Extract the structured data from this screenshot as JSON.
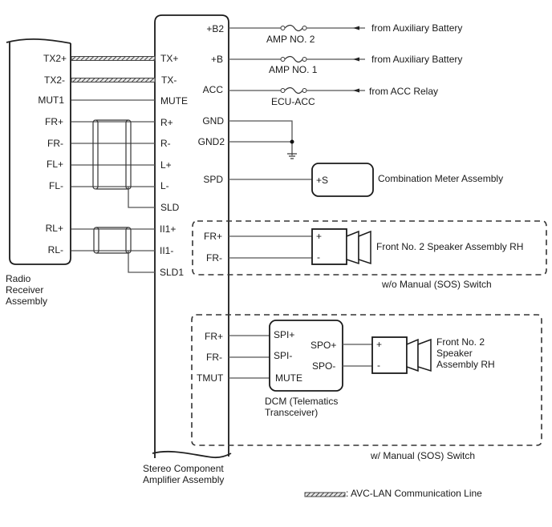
{
  "radio_receiver": {
    "name_lines": [
      "Radio",
      "Receiver",
      "Assembly"
    ],
    "pins": [
      "TX2+",
      "TX2-",
      "MUT1",
      "FR+",
      "FR-",
      "FL+",
      "FL-",
      "RL+",
      "RL-"
    ]
  },
  "amplifier": {
    "name_lines": [
      "Stereo Component",
      "Amplifier Assembly"
    ],
    "left_pins": [
      "TX+",
      "TX-",
      "MUTE",
      "R+",
      "R-",
      "L+",
      "L-",
      "SLD",
      "II1+",
      "II1-",
      "SLD1"
    ],
    "right_pins": [
      "+B2",
      "+B",
      "ACC",
      "GND",
      "GND2",
      "SPD"
    ]
  },
  "power": [
    {
      "pin": "+B2",
      "fuse": "AMP NO. 2",
      "source": "from Auxiliary Battery"
    },
    {
      "pin": "+B",
      "fuse": "AMP NO. 1",
      "source": "from Auxiliary Battery"
    },
    {
      "pin": "ACC",
      "fuse": "ECU-ACC",
      "source": "from ACC Relay"
    }
  ],
  "combination_meter": {
    "pin": "+S",
    "name": "Combination Meter Assembly"
  },
  "without_sos": {
    "caption": "w/o Manual (SOS) Switch",
    "amp_pins": [
      "FR+",
      "FR-"
    ],
    "speaker_terminals": [
      "+",
      "-"
    ],
    "speaker_name": "Front No. 2 Speaker Assembly RH"
  },
  "with_sos": {
    "caption": "w/ Manual (SOS) Switch",
    "amp_pins": [
      "FR+",
      "FR-",
      "TMUT"
    ],
    "dcm_inputs": [
      "SPI+",
      "SPI-",
      "MUTE"
    ],
    "dcm_outputs": [
      "SPO+",
      "SPO-"
    ],
    "dcm_name_lines": [
      "DCM (Telematics",
      "Transceiver)"
    ],
    "speaker_terminals": [
      "+",
      "-"
    ],
    "speaker_name_lines": [
      "Front No. 2",
      "Speaker",
      "Assembly RH"
    ]
  },
  "legend": {
    "label": ": AVC-LAN Communication Line"
  }
}
